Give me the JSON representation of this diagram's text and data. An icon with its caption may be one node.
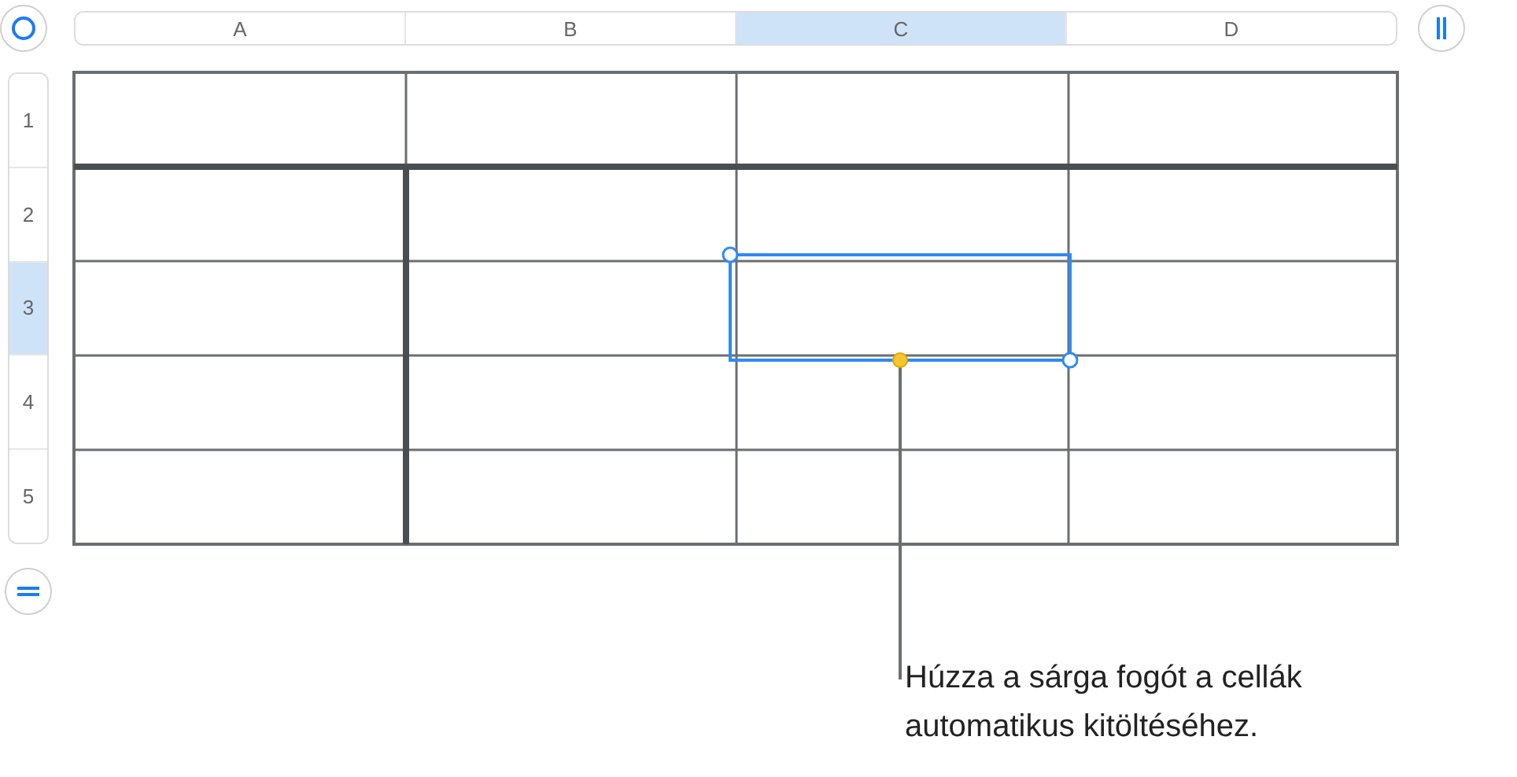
{
  "diagram": {
    "nodes": [
      {
        "text": [
          "Húzza a sárga fogót a cellák automatikus kitöltéséhez."
        ]
      },
      {
        "text": [],
        "shape": "circle"
      }
    ],
    "edges": [
      {
        "from": 0,
        "to": 1,
        "arrow": "none"
      }
    ],
    "labels": [
      "A",
      "B",
      "C",
      "D",
      "1",
      "2",
      "3",
      "4",
      "5"
    ]
  }
}
